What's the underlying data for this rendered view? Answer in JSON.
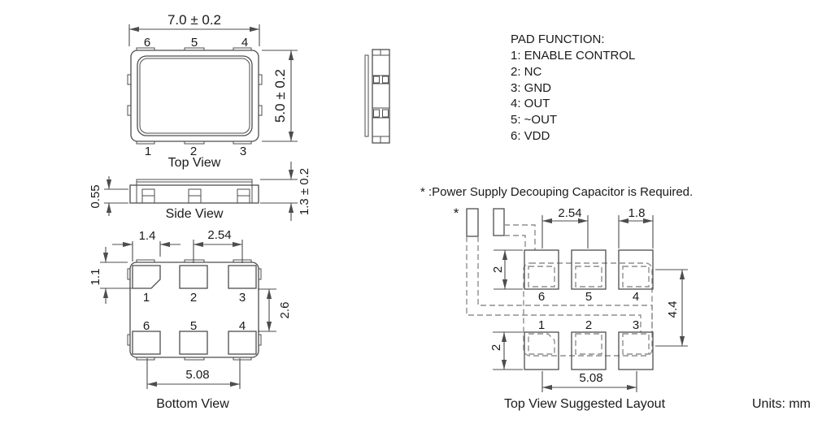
{
  "drawing": {
    "units_label": "Units: mm",
    "note": "* :Power Supply Decouping Capacitor is Required.",
    "pad_function": {
      "heading": "PAD FUNCTION:",
      "items": [
        "1: ENABLE CONTROL",
        "2: NC",
        "3: GND",
        "4: OUT",
        "5: ~OUT",
        "6: VDD"
      ]
    },
    "top_view": {
      "title": "Top View",
      "dim_width": "7.0 ± 0.2",
      "dim_height": "5.0 ± 0.2",
      "pins_top": [
        "6",
        "5",
        "4"
      ],
      "pins_bottom": [
        "1",
        "2",
        "3"
      ]
    },
    "side_view": {
      "title": "Side View",
      "dim_pad_thickness": "0.55",
      "dim_body_height": "1.3 ± 0.2"
    },
    "bottom_view": {
      "title": "Bottom View",
      "dim_pad_width": "1.4",
      "dim_pad_pitch": "2.54",
      "dim_pad_inset": "1.1",
      "dim_row_gap": "2.6",
      "dim_outer_span": "5.08",
      "pins_row1": [
        "1",
        "2",
        "3"
      ],
      "pins_row2": [
        "6",
        "5",
        "4"
      ]
    },
    "suggested_layout": {
      "title": "Top View Suggested Layout",
      "capacitor_marker": "*",
      "dim_pad_pitch": "2.54",
      "dim_pad_width": "1.8",
      "dim_pad_height_top": "2",
      "dim_pad_height_bottom": "2",
      "dim_row_span": "4.4",
      "dim_outer_span": "5.08",
      "pins_row1": [
        "6",
        "5",
        "4"
      ],
      "pins_row2": [
        "1",
        "2",
        "3"
      ]
    },
    "colors": {
      "line": "#4d4d4d",
      "dashed_line": "#8f8f8f",
      "text": "#1a1a1a",
      "background": "#ffffff"
    }
  }
}
